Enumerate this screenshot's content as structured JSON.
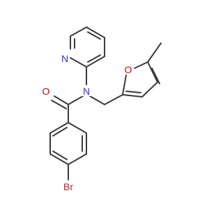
{
  "molecule": {
    "atoms": [
      {
        "id": "N_pyridine",
        "label": "N",
        "color": "#3333cc"
      },
      {
        "id": "N_amide",
        "label": "N",
        "color": "#3333cc"
      },
      {
        "id": "O_carbonyl",
        "label": "O",
        "color": "#cc0000"
      },
      {
        "id": "O_furan",
        "label": "O",
        "color": "#cc0000"
      },
      {
        "id": "Br",
        "label": "Br",
        "color": "#a52a2a"
      }
    ],
    "bond_color": "#3a3a3a",
    "background": "#ffffff"
  }
}
